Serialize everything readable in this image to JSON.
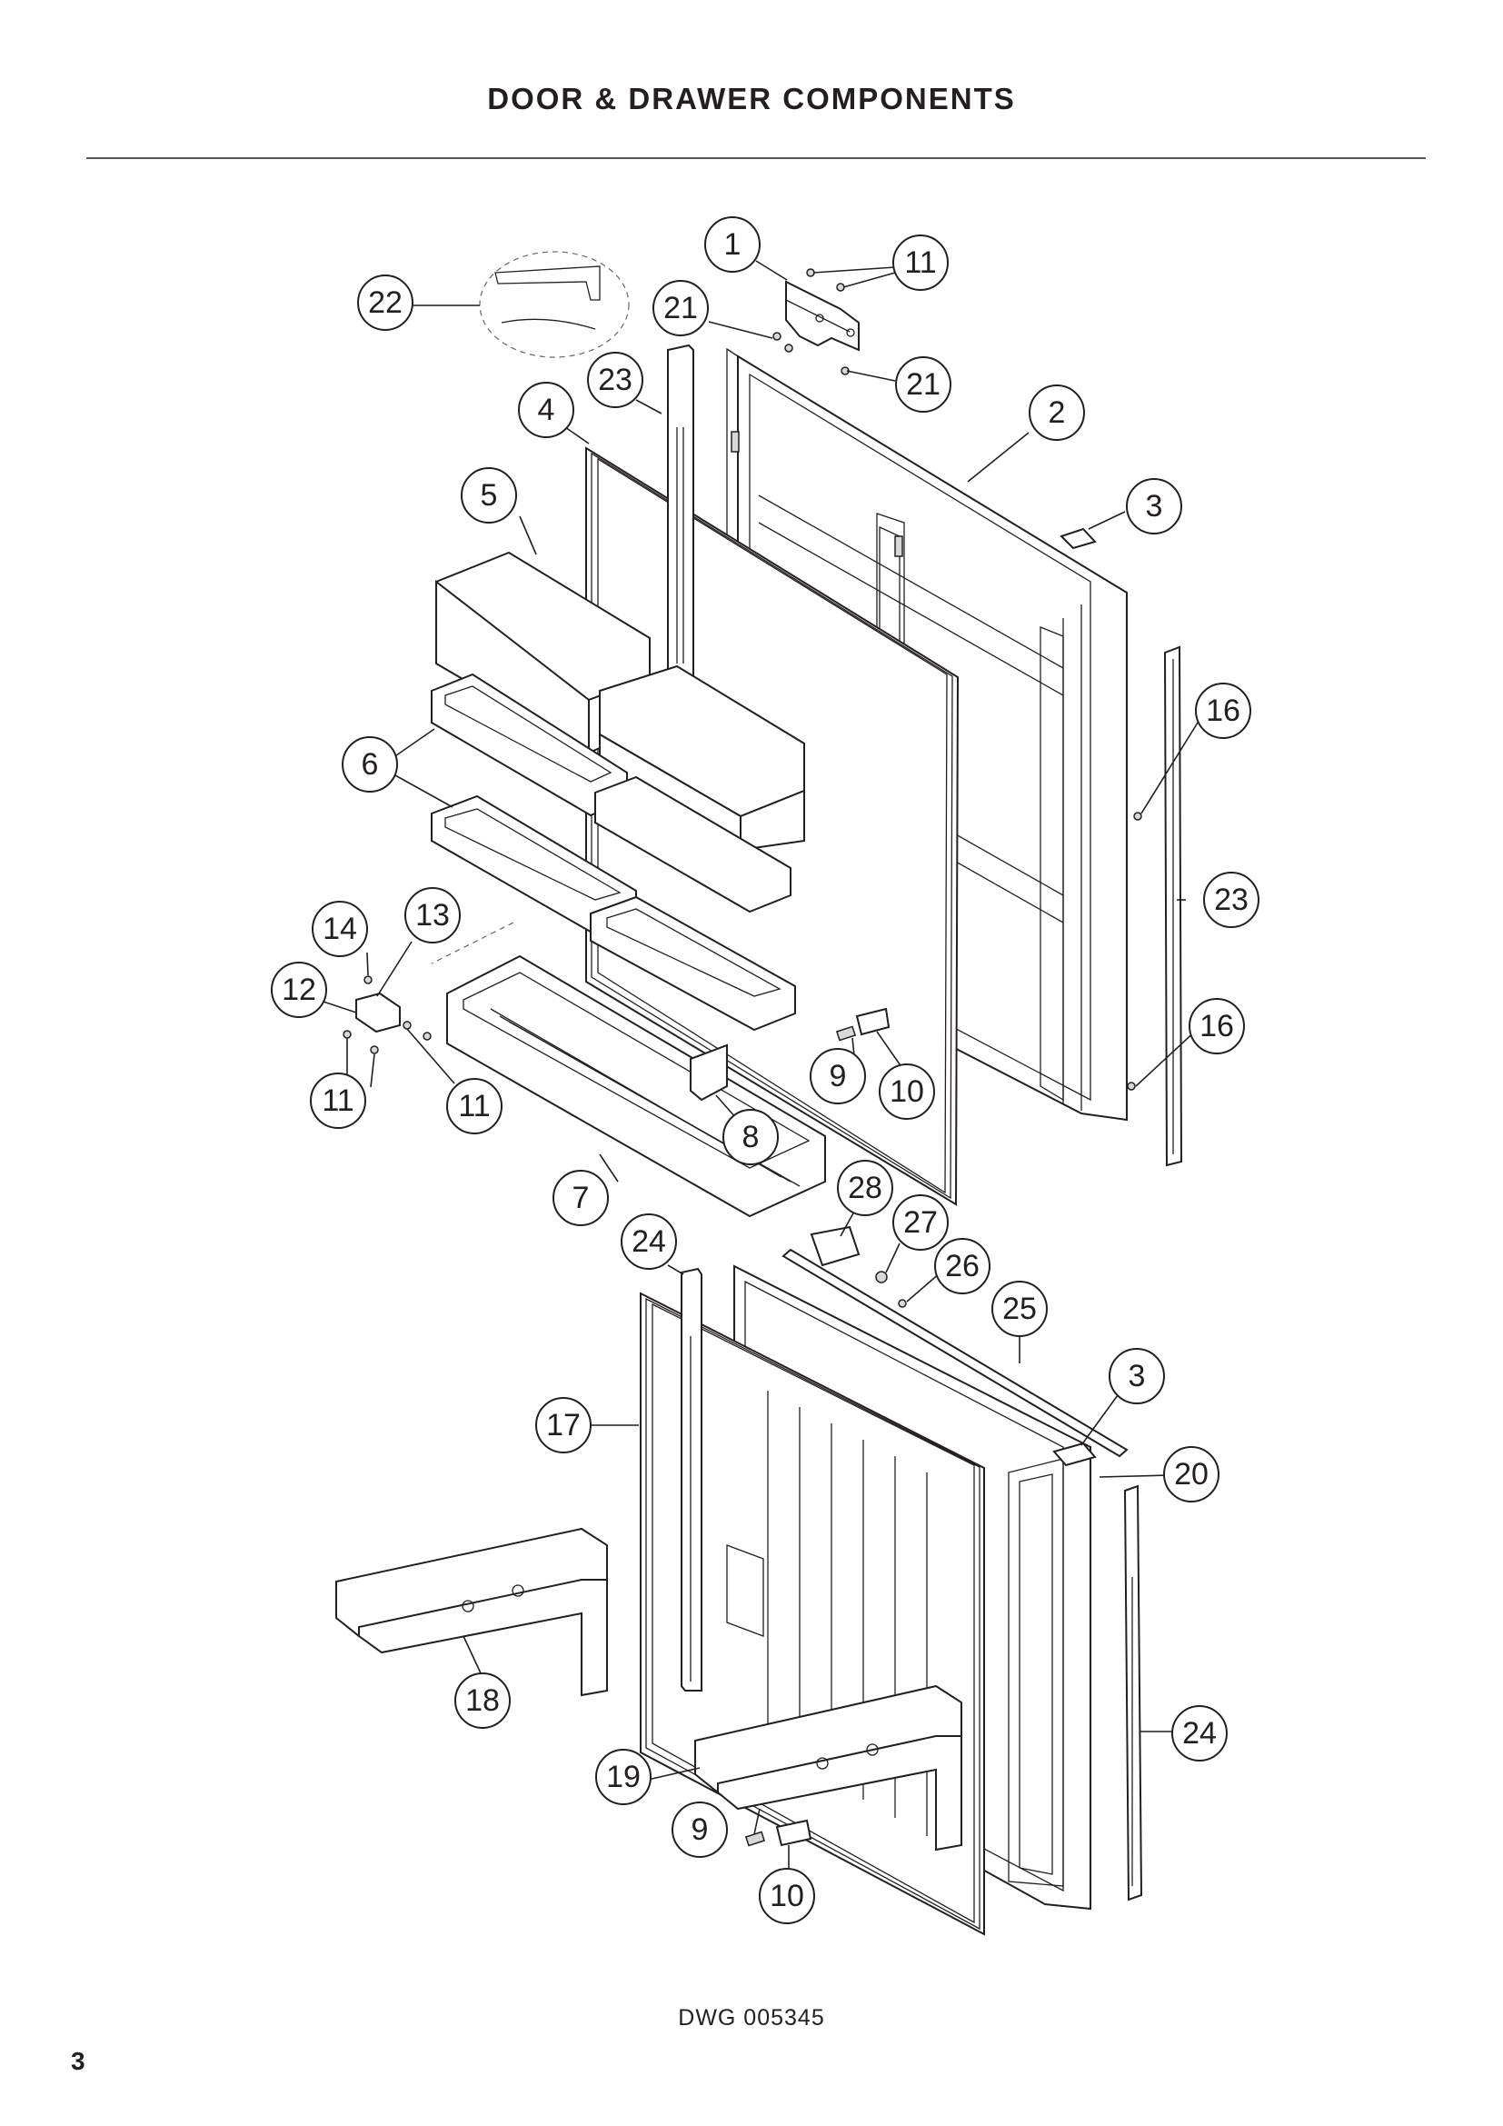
{
  "page": {
    "title": "DOOR & DRAWER COMPONENTS",
    "drawing_number": "DWG 005345",
    "page_number": "3"
  },
  "callouts": [
    {
      "id": "c1",
      "label": "1"
    },
    {
      "id": "c2",
      "label": "2"
    },
    {
      "id": "c3a",
      "label": "3"
    },
    {
      "id": "c3b",
      "label": "3"
    },
    {
      "id": "c4",
      "label": "4"
    },
    {
      "id": "c5",
      "label": "5"
    },
    {
      "id": "c6",
      "label": "6"
    },
    {
      "id": "c7",
      "label": "7"
    },
    {
      "id": "c8",
      "label": "8"
    },
    {
      "id": "c9a",
      "label": "9"
    },
    {
      "id": "c9b",
      "label": "9"
    },
    {
      "id": "c10a",
      "label": "10"
    },
    {
      "id": "c10b",
      "label": "10"
    },
    {
      "id": "c11a",
      "label": "11"
    },
    {
      "id": "c11b",
      "label": "11"
    },
    {
      "id": "c11c",
      "label": "11"
    },
    {
      "id": "c12",
      "label": "12"
    },
    {
      "id": "c13",
      "label": "13"
    },
    {
      "id": "c14",
      "label": "14"
    },
    {
      "id": "c16a",
      "label": "16"
    },
    {
      "id": "c16b",
      "label": "16"
    },
    {
      "id": "c17",
      "label": "17"
    },
    {
      "id": "c18",
      "label": "18"
    },
    {
      "id": "c19",
      "label": "19"
    },
    {
      "id": "c20",
      "label": "20"
    },
    {
      "id": "c21a",
      "label": "21"
    },
    {
      "id": "c21b",
      "label": "21"
    },
    {
      "id": "c22",
      "label": "22"
    },
    {
      "id": "c23a",
      "label": "23"
    },
    {
      "id": "c23b",
      "label": "23"
    },
    {
      "id": "c24a",
      "label": "24"
    },
    {
      "id": "c24b",
      "label": "24"
    },
    {
      "id": "c25",
      "label": "25"
    },
    {
      "id": "c26",
      "label": "26"
    },
    {
      "id": "c27",
      "label": "27"
    },
    {
      "id": "c28",
      "label": "28"
    }
  ]
}
